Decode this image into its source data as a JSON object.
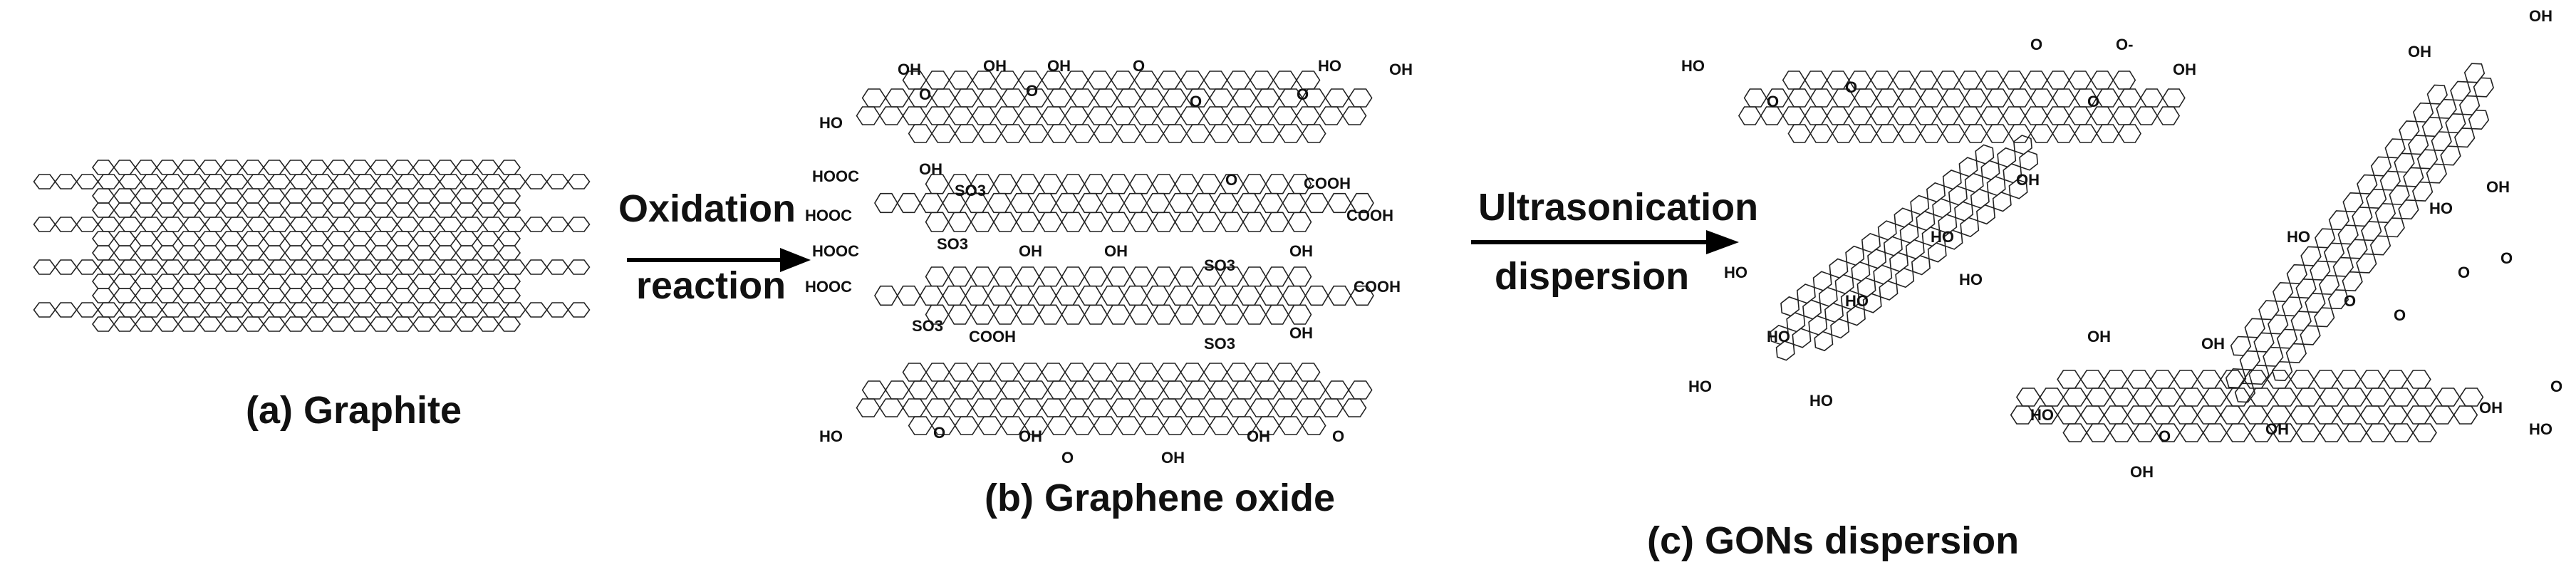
{
  "panels": {
    "a": {
      "caption": "(a) Graphite"
    },
    "b": {
      "caption": "(b) Graphene oxide",
      "groups": [
        "OH",
        "OH",
        "OH",
        "O",
        "O",
        "O",
        "O",
        "O",
        "HO",
        "OH",
        "HO",
        "HOOC",
        "OH",
        "O",
        "COOH",
        "HOOC",
        "SO3",
        "COOH",
        "HOOC",
        "SO3",
        "OH",
        "OH",
        "SO3",
        "OH",
        "HOOC",
        "COOH",
        "SO3",
        "OH",
        "COOH",
        "SO3",
        "HO",
        "O",
        "OH",
        "O",
        "OH",
        "OH",
        "O"
      ]
    },
    "c": {
      "caption": "(c) GONs dispersion",
      "groups": [
        "HO",
        "OH",
        "O",
        "O",
        "O",
        "O-",
        "O",
        "OH",
        "OH",
        "HO",
        "HO",
        "HO",
        "HO",
        "HO",
        "HO",
        "OH",
        "HO",
        "HO",
        "OH",
        "OH",
        "HO",
        "O",
        "O",
        "O",
        "OH",
        "O",
        "OH",
        "HO",
        "O",
        "OH",
        "OH",
        "O",
        "HO"
      ]
    }
  },
  "arrows": {
    "first": {
      "top": "Oxidation",
      "bottom": "reaction"
    },
    "second": {
      "top": "Ultrasonication",
      "bottom": "dispersion"
    }
  }
}
